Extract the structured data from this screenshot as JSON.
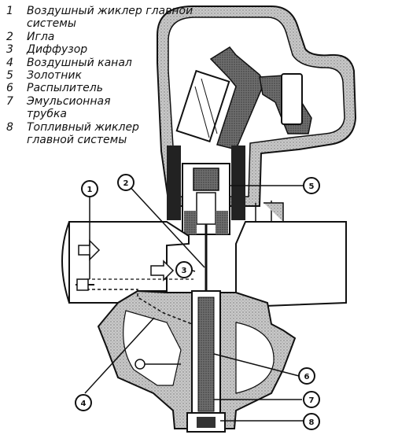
{
  "legend": [
    {
      "num": "1",
      "text": "Воздушный жиклер главной системы"
    },
    {
      "num": "2",
      "text": "Игла"
    },
    {
      "num": "3",
      "text": "Диффузор"
    },
    {
      "num": "4",
      "text": "Воздушный канал"
    },
    {
      "num": "5",
      "text": "Золотник"
    },
    {
      "num": "6",
      "text": "Распылитель"
    },
    {
      "num": "7",
      "text": "Эмульсионная трубка"
    },
    {
      "num": "8",
      "text": "Топливный жиклер главной системы"
    }
  ],
  "callouts": {
    "c1": "1",
    "c2": "2",
    "c3": "3",
    "c4": "4",
    "c5": "5",
    "c6": "6",
    "c7": "7",
    "c8": "8"
  }
}
